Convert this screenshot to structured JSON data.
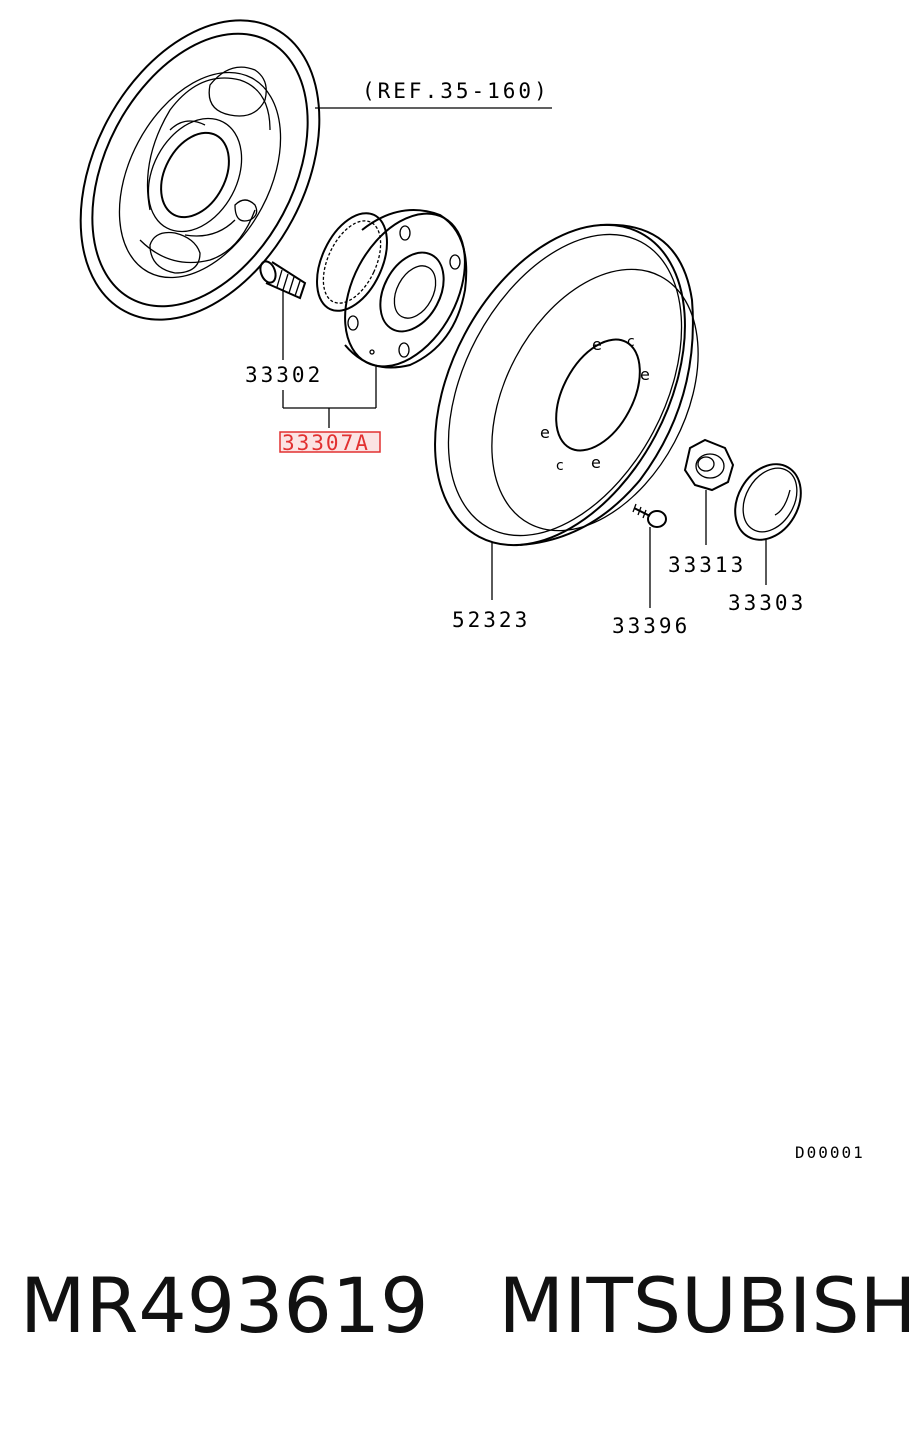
{
  "diagram": {
    "ref_label": "(REF.35-160)",
    "labels": {
      "stud": "33302",
      "hub_assembly": "33307A",
      "drum": "52323",
      "nut": "33313",
      "screw": "33396",
      "cap": "33303"
    },
    "drawing_code": "D00001",
    "highlight_color": "#e23030"
  },
  "caption": {
    "part_number": "MR493619",
    "brand": "MITSUBISHI"
  }
}
